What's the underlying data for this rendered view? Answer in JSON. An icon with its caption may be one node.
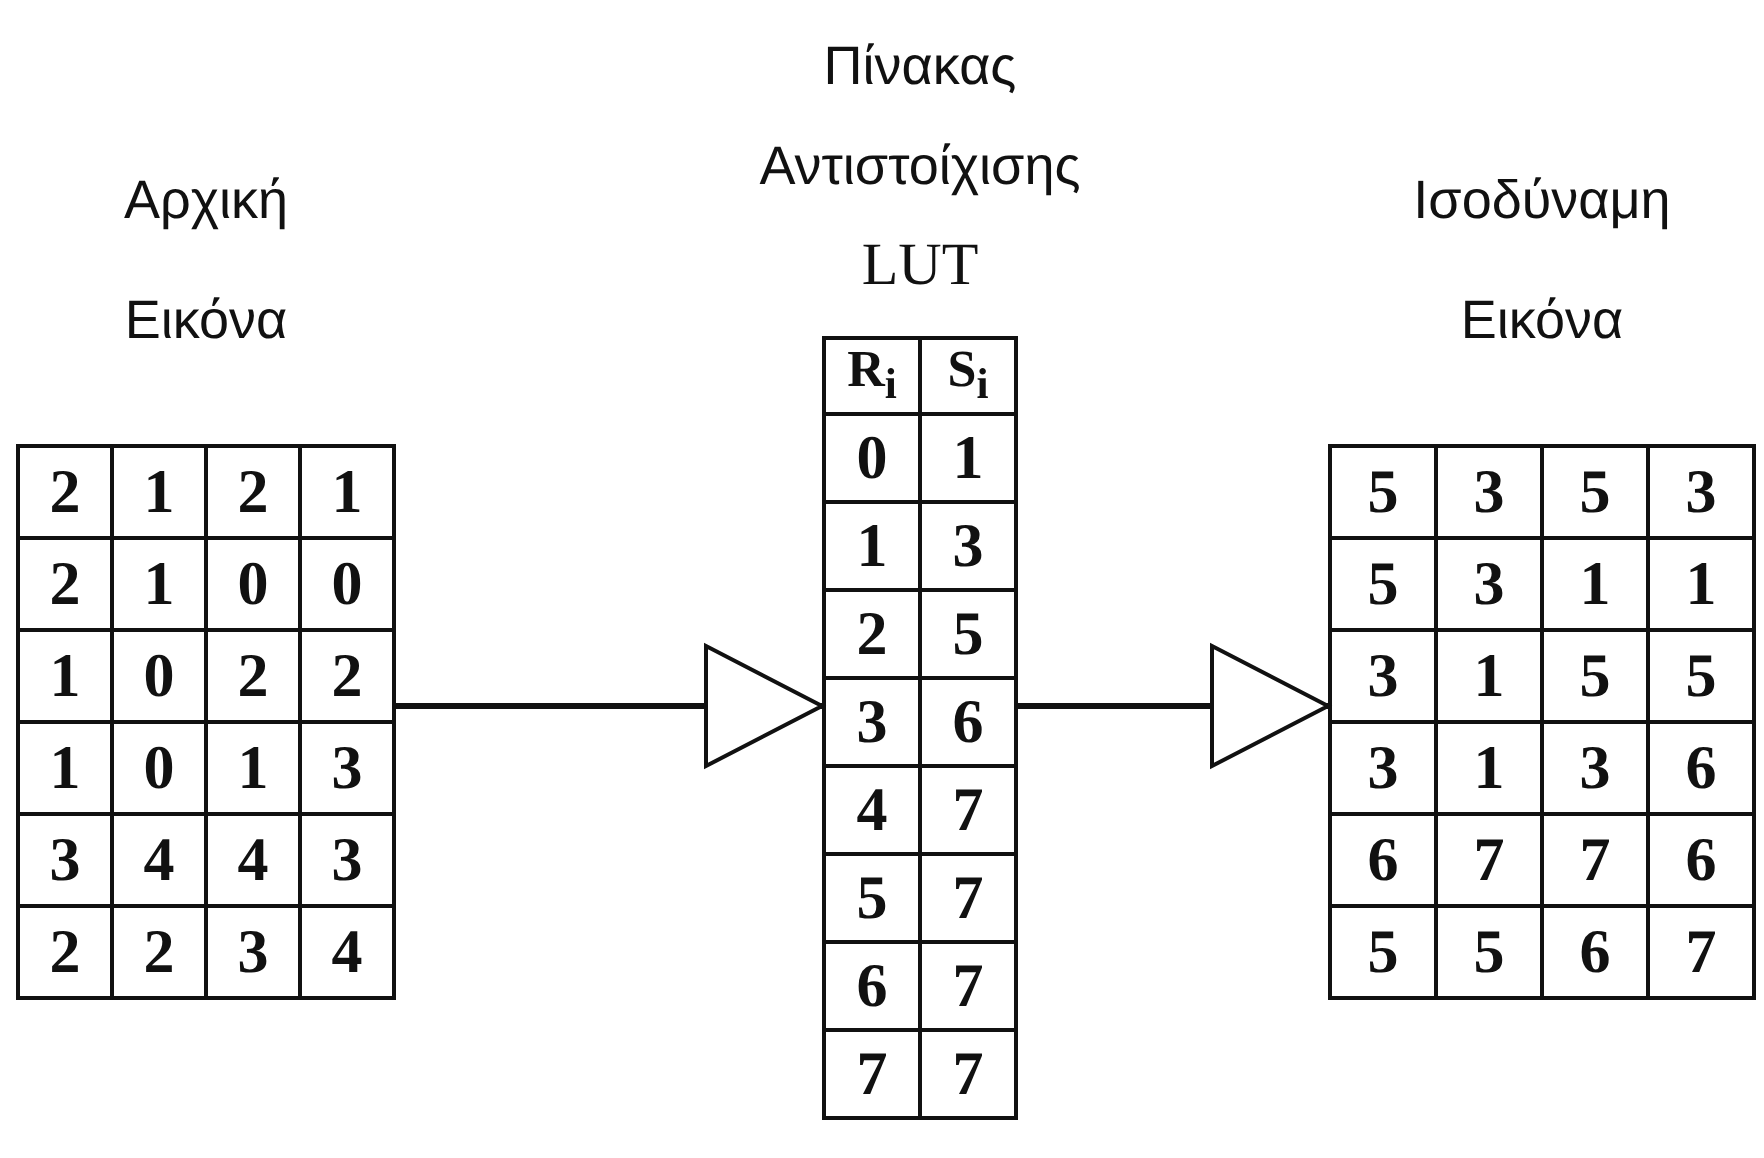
{
  "diagram": {
    "nodes": [
      {
        "text": [
          "Αρχική Εικόνα"
        ]
      },
      {
        "text": [
          "Πίνακας Αντιστοίχισης",
          "LUT"
        ]
      },
      {
        "text": [
          "Ισοδύναμη Εικόνα"
        ]
      }
    ],
    "edges": [
      {
        "from": 0,
        "to": 1,
        "arrow": "to"
      },
      {
        "from": 1,
        "to": 2,
        "arrow": "to"
      }
    ],
    "labels": [
      "2",
      "1",
      "2",
      "1",
      "2",
      "1",
      "0",
      "0",
      "1",
      "0",
      "2",
      "2",
      "1",
      "0",
      "1",
      "3",
      "3",
      "4",
      "4",
      "3",
      "2",
      "2",
      "3",
      "4",
      "R$_{i}$",
      "S$_{i}$",
      "0",
      "1",
      "1",
      "3",
      "2",
      "5",
      "3",
      "6",
      "4",
      "7",
      "5",
      "7",
      "6",
      "7",
      "7",
      "7",
      "5",
      "3",
      "5",
      "3",
      "5",
      "3",
      "1",
      "1",
      "3",
      "1",
      "5",
      "5",
      "3",
      "1",
      "3",
      "6",
      "6",
      "7",
      "7",
      "6",
      "5",
      "5",
      "6",
      "7"
    ]
  }
}
